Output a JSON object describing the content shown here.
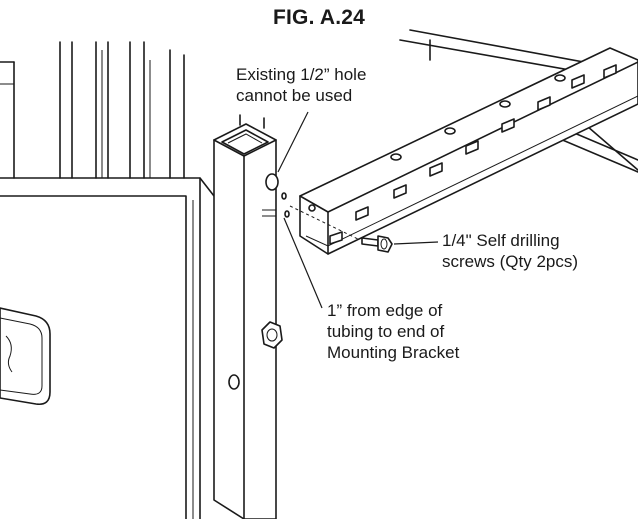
{
  "figure": {
    "title": "FIG. A.24"
  },
  "callouts": {
    "hole": {
      "lines": [
        "Existing 1/2” hole",
        "cannot be used"
      ]
    },
    "screws": {
      "lines": [
        "1/4\" Self drilling",
        "screws (Qty 2pcs)"
      ]
    },
    "edge": {
      "lines": [
        "1” from edge of",
        "tubing to end of",
        "Mounting Bracket"
      ]
    }
  },
  "colors": {
    "line": "#1a1a1a",
    "background": "#ffffff"
  }
}
